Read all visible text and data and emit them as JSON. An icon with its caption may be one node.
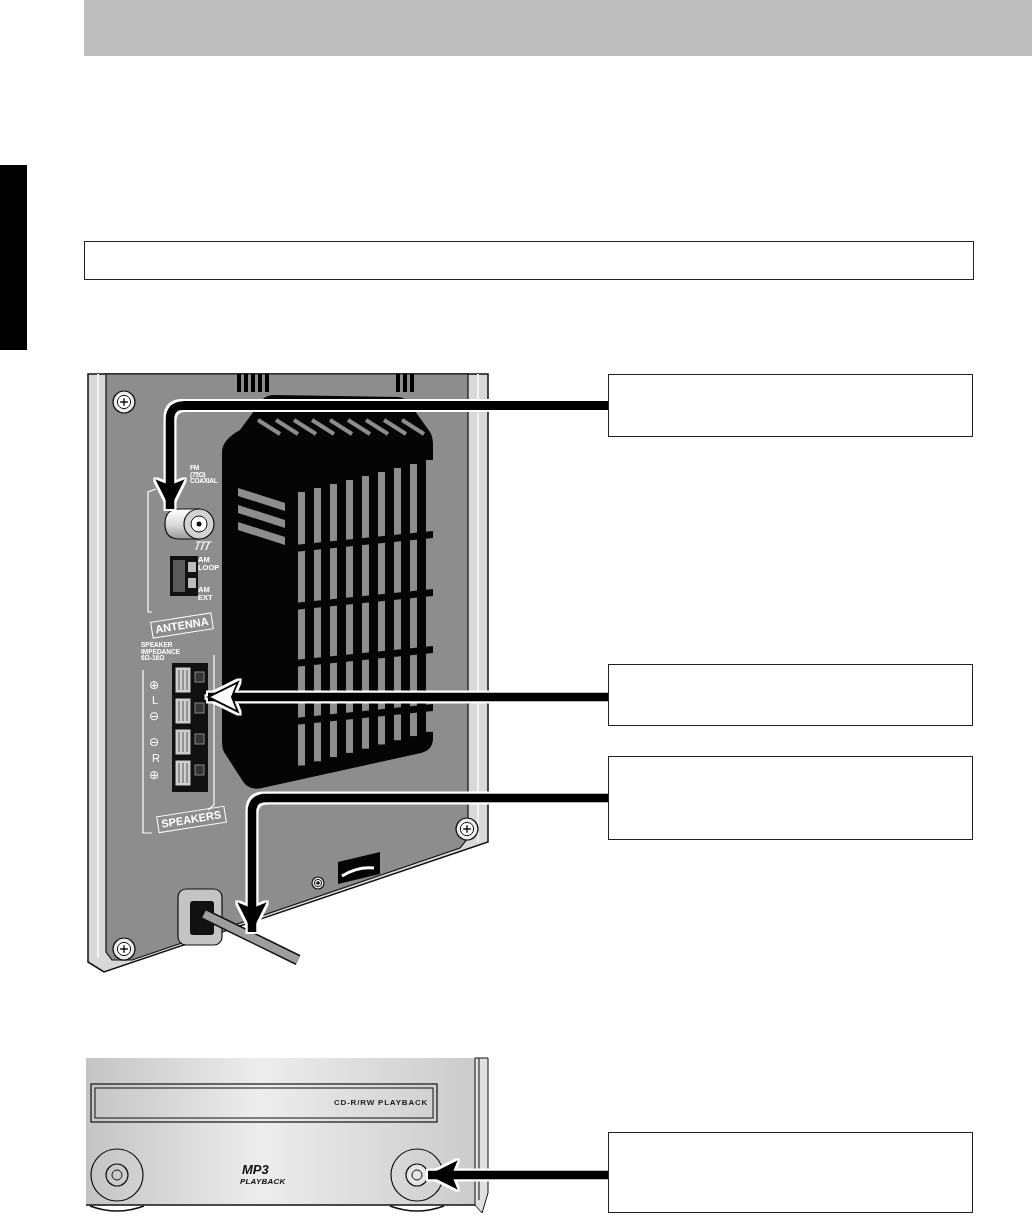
{
  "diagram": {
    "nodes": [
      {
        "text": [],
        "shape": "bar"
      },
      {
        "text": [],
        "shape": "box"
      },
      {
        "text": [],
        "shape": "box"
      },
      {
        "text": [],
        "shape": "cylinder"
      },
      {
        "text": [],
        "shape": "box"
      },
      {
        "text": [],
        "shape": "picture"
      },
      {
        "text": [],
        "shape": "box"
      },
      {
        "text": [],
        "shape": "picture"
      },
      {
        "text": [],
        "shape": "box"
      },
      {
        "text": [],
        "shape": "picture"
      }
    ],
    "edges": [
      {
        "from": 2,
        "to": 3,
        "arrow": "to"
      },
      {
        "from": 4,
        "to": 5,
        "arrow": "to"
      },
      {
        "from": 6,
        "to": 7,
        "arrow": "to"
      },
      {
        "from": 8,
        "to": 9,
        "arrow": "to"
      }
    ],
    "labels": [
      "FM (75Ω) COAXIAL",
      "AM LOOP",
      "AM EXT",
      "ANTENNA",
      "SPEAKER IMPEDANCE 6Ω-16Ω",
      "⊕",
      "L",
      "⊖",
      "⊖",
      "R",
      "⊕",
      "SPEAKERS",
      "CD-R/RW PLAYBACK",
      "MP3",
      "PLAYBACK"
    ]
  }
}
